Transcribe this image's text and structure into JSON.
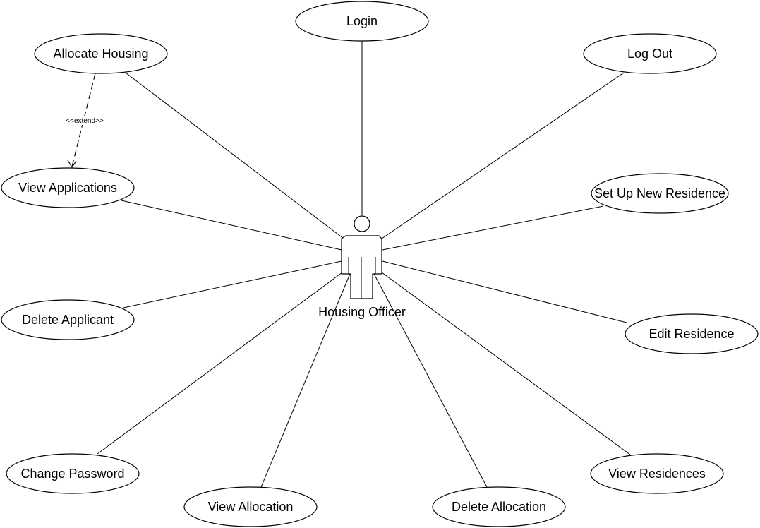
{
  "diagram": {
    "actor": {
      "label": "Housing Officer"
    },
    "use_cases": [
      {
        "id": "login",
        "label": "Login"
      },
      {
        "id": "allocate-housing",
        "label": "Allocate Housing"
      },
      {
        "id": "log-out",
        "label": "Log Out"
      },
      {
        "id": "view-applications",
        "label": "View Applications"
      },
      {
        "id": "set-up-new-residence",
        "label": "Set Up New Residence"
      },
      {
        "id": "delete-applicant",
        "label": "Delete Applicant"
      },
      {
        "id": "edit-residence",
        "label": "Edit Residence"
      },
      {
        "id": "change-password",
        "label": "Change Password"
      },
      {
        "id": "view-residences",
        "label": "View Residences"
      },
      {
        "id": "view-allocation",
        "label": "View Allocation"
      },
      {
        "id": "delete-allocation",
        "label": "Delete Allocation"
      }
    ],
    "extend": {
      "label": "<<extend>>",
      "from": "allocate-housing",
      "to": "view-applications"
    }
  }
}
